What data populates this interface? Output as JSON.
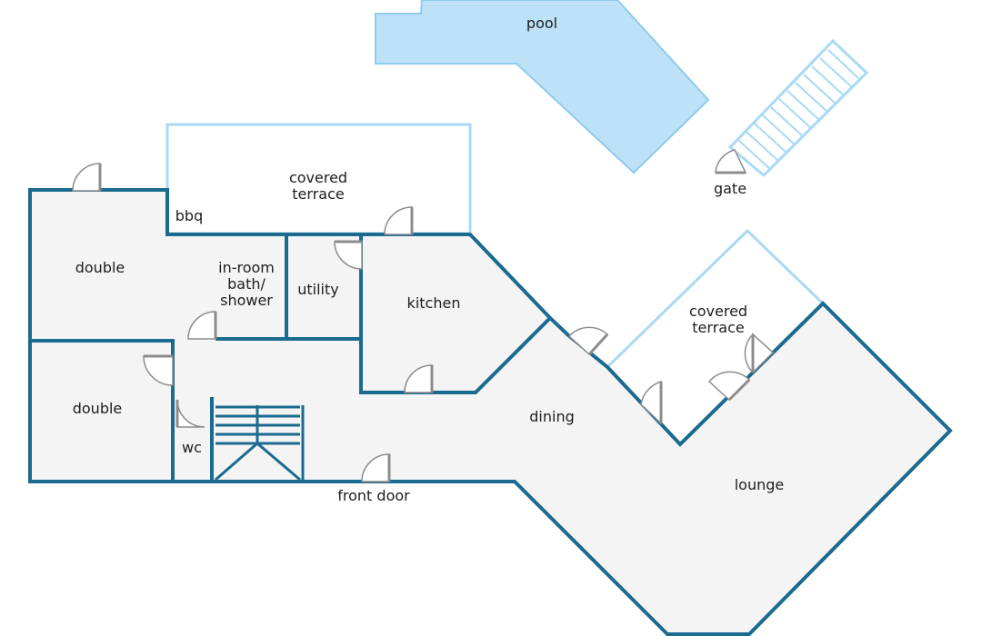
{
  "colors": {
    "wall": "#1b6a8f",
    "floor": "#f4f4f4",
    "pool": "#bde1f6",
    "terrace_outline": "#a9d9f3",
    "door": "#8c8c8c"
  },
  "labels": {
    "pool": "pool",
    "gate": "gate",
    "covered_terrace_top_l1": "covered",
    "covered_terrace_top_l2": "terrace",
    "bbq": "bbq",
    "double_top": "double",
    "bath_l1": "in-room",
    "bath_l2": "bath/",
    "bath_l3": "shower",
    "utility": "utility",
    "kitchen": "kitchen",
    "covered_terrace_right_l1": "covered",
    "covered_terrace_right_l2": "terrace",
    "double_bottom": "double",
    "dining": "dining",
    "wc": "wc",
    "front_door": "front door",
    "lounge": "lounge"
  }
}
